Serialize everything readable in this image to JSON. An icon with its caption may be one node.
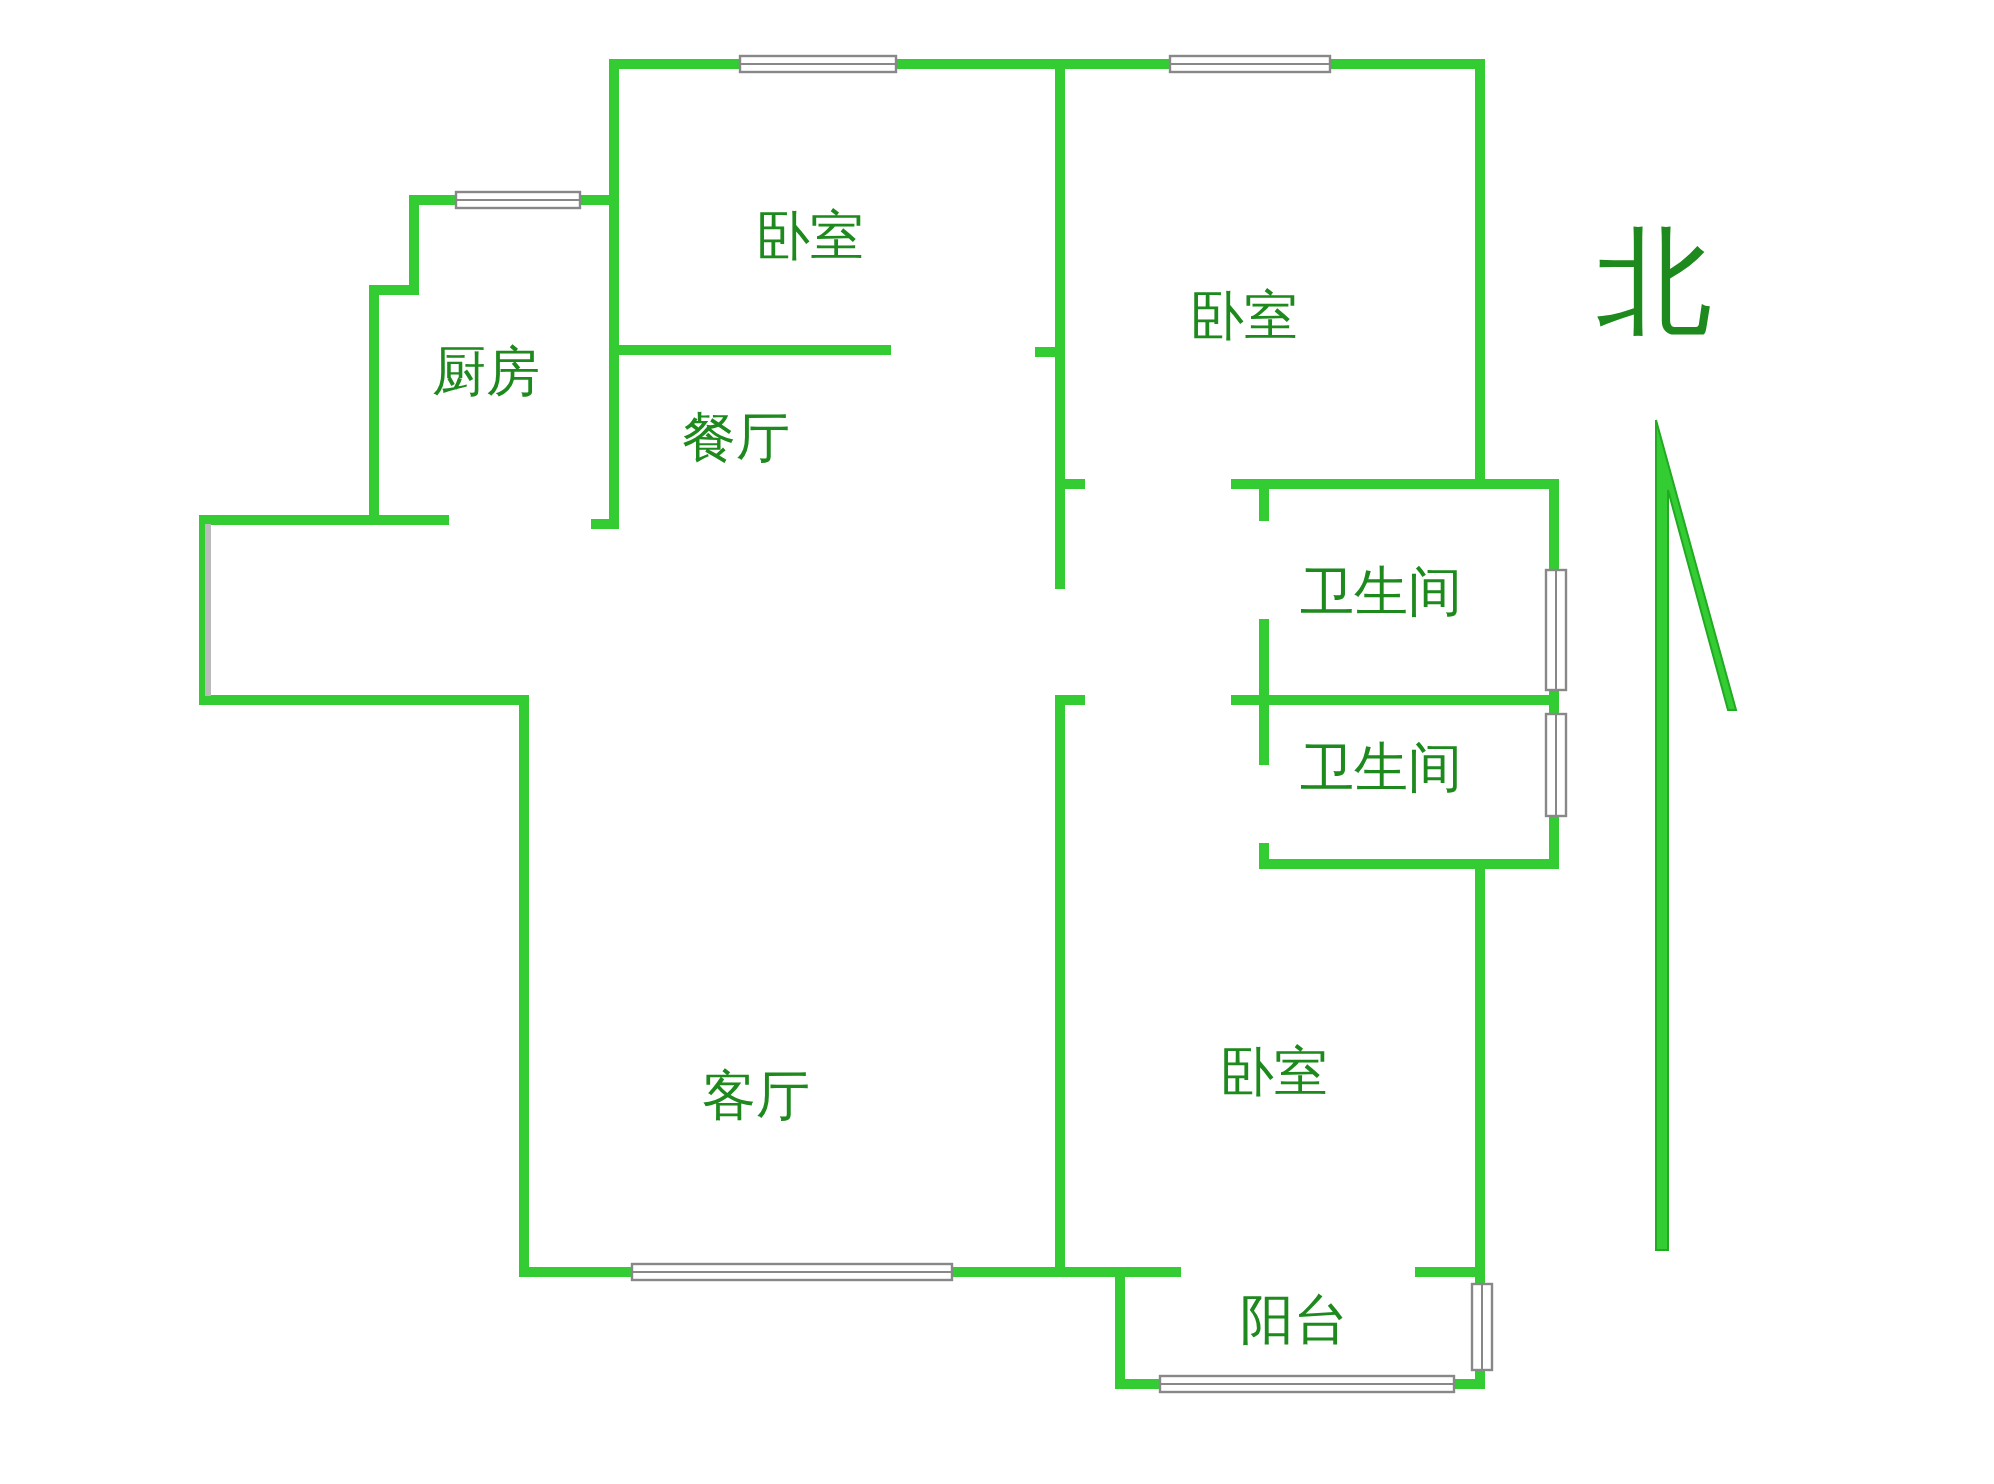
{
  "diagram": {
    "labels": [
      "卧室",
      "卧室",
      "北",
      "厨房",
      "餐厅",
      "卫生间",
      "卫生间",
      "卧室",
      "客厅",
      "阳台"
    ]
  }
}
